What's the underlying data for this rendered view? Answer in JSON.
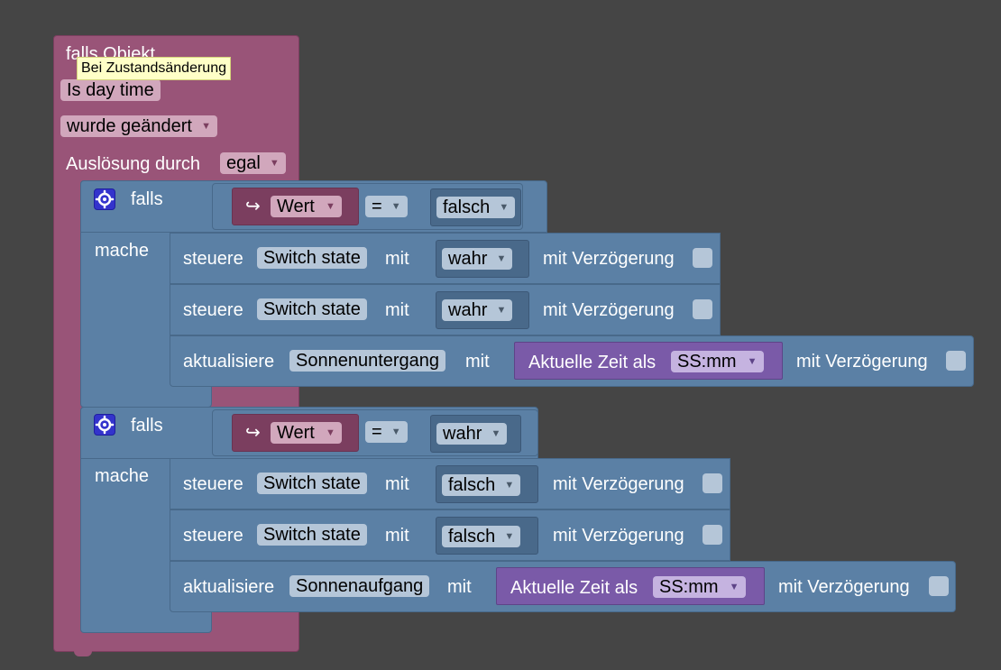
{
  "event": {
    "title": "falls Objekt",
    "tooltip": "Bei Zustandsänderung",
    "object": "Is day time",
    "condition": "wurde geändert",
    "trigger_label": "Auslösung durch",
    "trigger_value": "egal"
  },
  "if_blocks": [
    {
      "falls_label": "falls",
      "mache_label": "mache",
      "compare": {
        "left": "Wert",
        "op": "=",
        "right": "falsch"
      },
      "actions": [
        {
          "verb": "steuere",
          "target": "Switch state",
          "mit": "mit",
          "value": "wahr",
          "delay": "mit Verzögerung"
        },
        {
          "verb": "steuere",
          "target": "Switch state",
          "mit": "mit",
          "value": "wahr",
          "delay": "mit Verzögerung"
        },
        {
          "verb": "aktualisiere",
          "target": "Sonnenuntergang",
          "mit": "mit",
          "time_label": "Aktuelle Zeit als",
          "time_format": "SS:mm",
          "delay": "mit Verzögerung"
        }
      ]
    },
    {
      "falls_label": "falls",
      "mache_label": "mache",
      "compare": {
        "left": "Wert",
        "op": "=",
        "right": "wahr"
      },
      "actions": [
        {
          "verb": "steuere",
          "target": "Switch state",
          "mit": "mit",
          "value": "falsch",
          "delay": "mit Verzögerung"
        },
        {
          "verb": "steuere",
          "target": "Switch state",
          "mit": "mit",
          "value": "falsch",
          "delay": "mit Verzögerung"
        },
        {
          "verb": "aktualisiere",
          "target": "Sonnenaufgang",
          "mit": "mit",
          "time_label": "Aktuelle Zeit als",
          "time_format": "SS:mm",
          "delay": "mit Verzögerung"
        }
      ]
    }
  ],
  "icons": {
    "gear": "gear-icon",
    "dropdown": "triangle-down-icon",
    "arrow": "return-arrow-icon"
  },
  "colors": {
    "background": "#454545",
    "event_block": "#995478",
    "logic_block": "#5b80a5",
    "time_block": "#7a5aa8"
  }
}
